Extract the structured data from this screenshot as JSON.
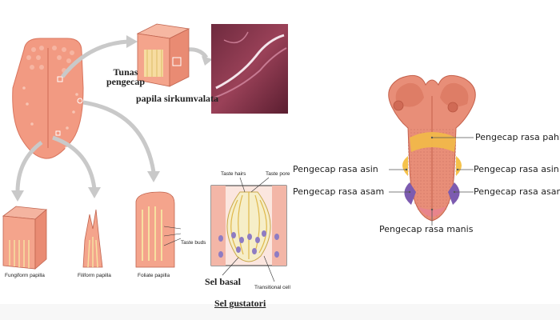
{
  "left_labels": {
    "tunas_pengecap": "Tunas pengecap",
    "papila_sirkumvalata": "papila sirkumvalata",
    "fungiform": "Fungiform papilla",
    "filiform": "Filiform papilla",
    "foliate": "Foliate papilla",
    "taste_buds": "Taste buds",
    "taste_hairs": "Taste hairs",
    "taste_pore": "Taste pore",
    "sel_basal": "Sel basal",
    "transitional_cell": "Transitional cell",
    "sel_gustatori": "Sel gustatori"
  },
  "taste_map": {
    "pahit": "Pengecap rasa pahit",
    "asin_left": "Pengecap rasa asin",
    "asin_right": "Pengecap rasa asin",
    "asam_left": "Pengecap rasa asam",
    "asam_right": "Pengecap rasa asam",
    "manis": "Pengecap rasa manis"
  },
  "colors": {
    "tongue": "#ef9e8a",
    "bitter_zone": "#f1b84a",
    "salty_zone": "#f5c24b",
    "sour_zone": "#7c5bb0",
    "sweet_zone": "#e8848c",
    "arrow": "#c8c8c8"
  }
}
